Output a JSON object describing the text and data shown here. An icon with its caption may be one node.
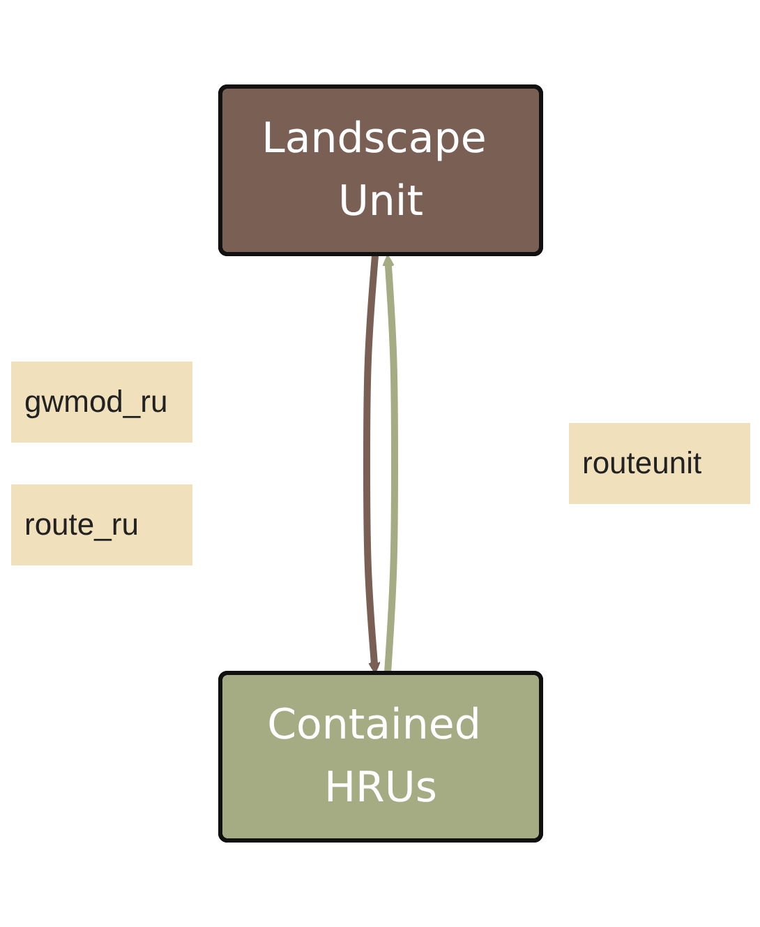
{
  "diagram": {
    "nodes": [
      {
        "text": [
          "Landscape Unit"
        ]
      },
      {
        "text": [
          "Contained HRUs"
        ]
      }
    ],
    "edges": [
      {
        "from": 0,
        "to": 1,
        "arrow": "to",
        "color": "#7a5f55"
      },
      {
        "from": 1,
        "to": 0,
        "arrow": "to",
        "color": "#a5ab82"
      }
    ],
    "labels": [
      "gwmod_ru",
      "route_ru",
      "routeunit"
    ]
  }
}
